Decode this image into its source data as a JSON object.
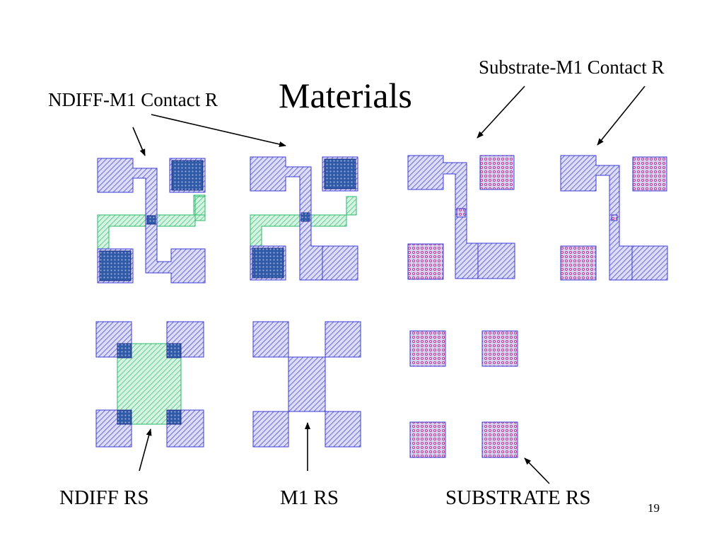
{
  "slide": {
    "title": "Materials",
    "page_number": "19"
  },
  "labels": {
    "ndiff_m1_contact": "NDIFF-M1 Contact R",
    "substrate_m1_contact": "Substrate-M1 Contact R",
    "ndiff_rs": "NDIFF RS",
    "m1_rs": "M1 RS",
    "substrate_rs": "SUBSTRATE RS"
  },
  "colors": {
    "metal1": "#3b3bd6",
    "ndiff": "#35c97a",
    "substrate_contact": "#c03090",
    "contact": "#1f2f8a"
  }
}
